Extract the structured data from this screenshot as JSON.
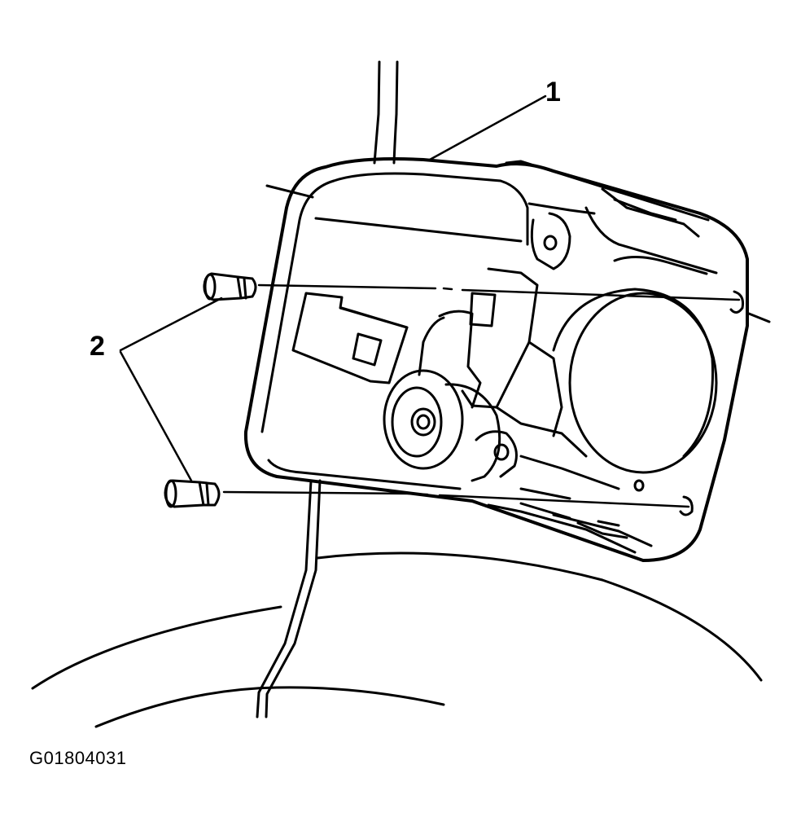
{
  "callouts": {
    "one": "1",
    "two": "2"
  },
  "figure_id": "G01804031",
  "colors": {
    "line": "#000000",
    "background": "#ffffff"
  }
}
